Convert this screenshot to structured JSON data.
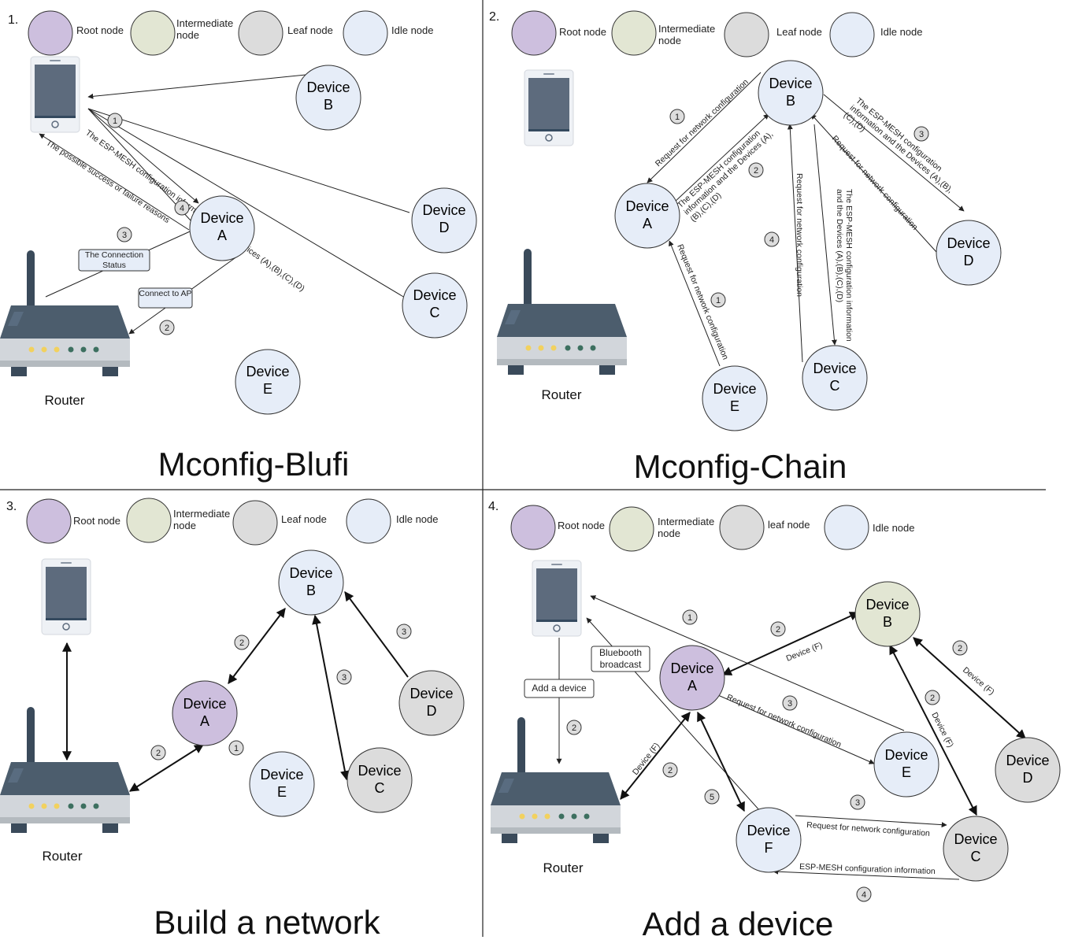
{
  "colors": {
    "root": "#cdbfde",
    "intermediate": "#e2e6d3",
    "leaf": "#dcdcdc",
    "idle": "#e6edf8",
    "stroke": "#333333"
  },
  "panels": [
    {
      "number": "1.",
      "title": "Mconfig-Blufi",
      "legend": [
        "Root node",
        "Intermediate node",
        "Leaf node",
        "Idle node"
      ],
      "router_label": "Router",
      "nodes": [
        {
          "label": "Device B",
          "type": "idle"
        },
        {
          "label": "Device A",
          "type": "idle"
        },
        {
          "label": "Device D",
          "type": "idle"
        },
        {
          "label": "Device C",
          "type": "idle"
        },
        {
          "label": "Device E",
          "type": "idle"
        }
      ],
      "boxes": [
        "The Connection Status",
        "Connect to AP"
      ],
      "badges": [
        "1",
        "4",
        "3",
        "2"
      ],
      "edge_labels": [
        "The ESP-MESH configuration information and the Devices (A),(B),(C),(D)",
        "The possible success or failure reasons"
      ]
    },
    {
      "number": "2.",
      "title": "Mconfig-Chain",
      "legend": [
        "Root node",
        "Intermediate node",
        "Leaf node",
        "Idle node"
      ],
      "router_label": "Router",
      "nodes": [
        {
          "label": "Device B",
          "type": "idle"
        },
        {
          "label": "Device A",
          "type": "idle"
        },
        {
          "label": "Device D",
          "type": "idle"
        },
        {
          "label": "Device C",
          "type": "idle"
        },
        {
          "label": "Device E",
          "type": "idle"
        }
      ],
      "badges": [
        "1",
        "2",
        "3",
        "4",
        "1"
      ],
      "edge_labels": [
        "Request for network configuration",
        "The ESP-MESH configuration information and the Devices (A),(B),(C),(D)",
        "The ESP-MESH configuration information and the Devices (A),(B),(C),(D)",
        "Request for network configuration",
        "Request for network configuration",
        "The ESP-MESH configuration information and the Devices (A),(B),(C),(D)",
        "Request for network configuration"
      ]
    },
    {
      "number": "3.",
      "title": "Build a network",
      "legend": [
        "Root node",
        "Intermediate node",
        "Leaf node",
        "Idle node"
      ],
      "router_label": "Router",
      "nodes": [
        {
          "label": "Device B",
          "type": "idle"
        },
        {
          "label": "Device A",
          "type": "root"
        },
        {
          "label": "Device D",
          "type": "leaf"
        },
        {
          "label": "Device C",
          "type": "leaf"
        },
        {
          "label": "Device E",
          "type": "idle"
        }
      ],
      "badges": [
        "2",
        "3",
        "3",
        "2",
        "1"
      ]
    },
    {
      "number": "4.",
      "title": "Add a device",
      "legend": [
        "Root node",
        "Intermediate node",
        "leaf node",
        "Idle node"
      ],
      "router_label": "Router",
      "nodes": [
        {
          "label": "Device B",
          "type": "intermediate"
        },
        {
          "label": "Device A",
          "type": "root"
        },
        {
          "label": "Device D",
          "type": "leaf"
        },
        {
          "label": "Device E",
          "type": "idle"
        },
        {
          "label": "Device C",
          "type": "leaf"
        },
        {
          "label": "Device F",
          "type": "idle"
        }
      ],
      "boxes": [
        "Bluebooth broadcast",
        "Add a device"
      ],
      "badges": [
        "1",
        "2",
        "2",
        "3",
        "2",
        "2",
        "2",
        "5",
        "3",
        "4"
      ],
      "edge_labels": [
        "Device (F)",
        "Device (F)",
        "Device (F)",
        "Device (F)",
        "Request for network configuration",
        "Request for network configuration",
        "ESP-MESH configuration information"
      ]
    }
  ]
}
